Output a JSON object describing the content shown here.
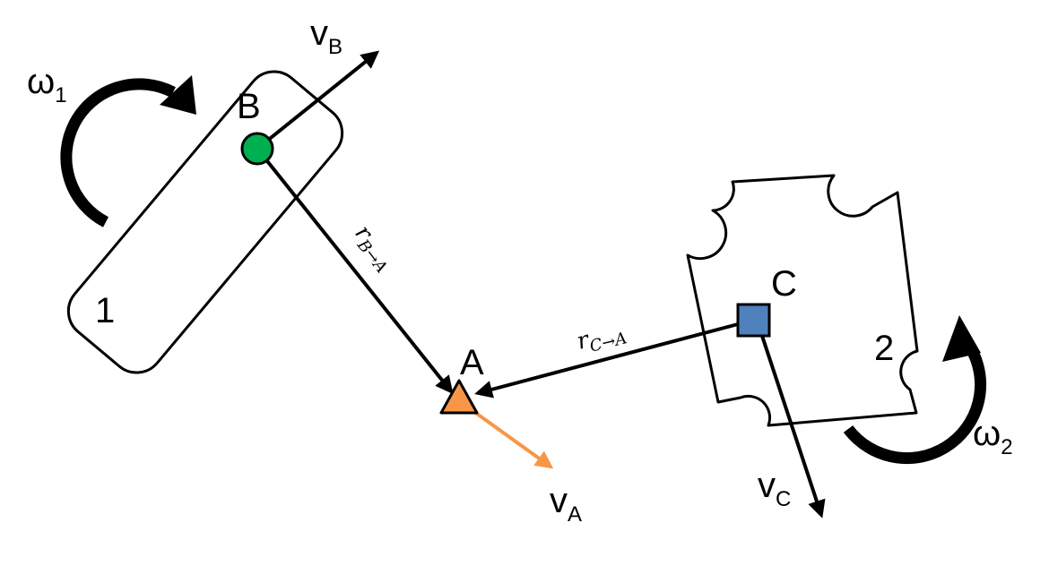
{
  "bodies": [
    {
      "id": "body-1",
      "label": "1"
    },
    {
      "id": "body-2",
      "label": "2"
    }
  ],
  "points": {
    "B": {
      "label": "B",
      "color": "#00b050",
      "shape": "circle"
    },
    "A": {
      "label": "A",
      "color": "#f79646",
      "shape": "triangle"
    },
    "C": {
      "label": "C",
      "color": "#4f81bd",
      "shape": "square"
    }
  },
  "velocities": {
    "vB": {
      "main": "v",
      "sub": "B",
      "color": "#000000"
    },
    "vA": {
      "main": "v",
      "sub": "A",
      "color": "#f79646"
    },
    "vC": {
      "main": "v",
      "sub": "C",
      "color": "#000000"
    }
  },
  "angular_velocities": {
    "omega1": {
      "main": "ω",
      "sub": "1",
      "direction": "clockwise"
    },
    "omega2": {
      "main": "ω",
      "sub": "2",
      "direction": "counterclockwise"
    }
  },
  "position_vectors": {
    "rBA": {
      "main": "r",
      "sub": "B→A"
    },
    "rCA": {
      "main": "r",
      "sub": "C→A"
    }
  }
}
